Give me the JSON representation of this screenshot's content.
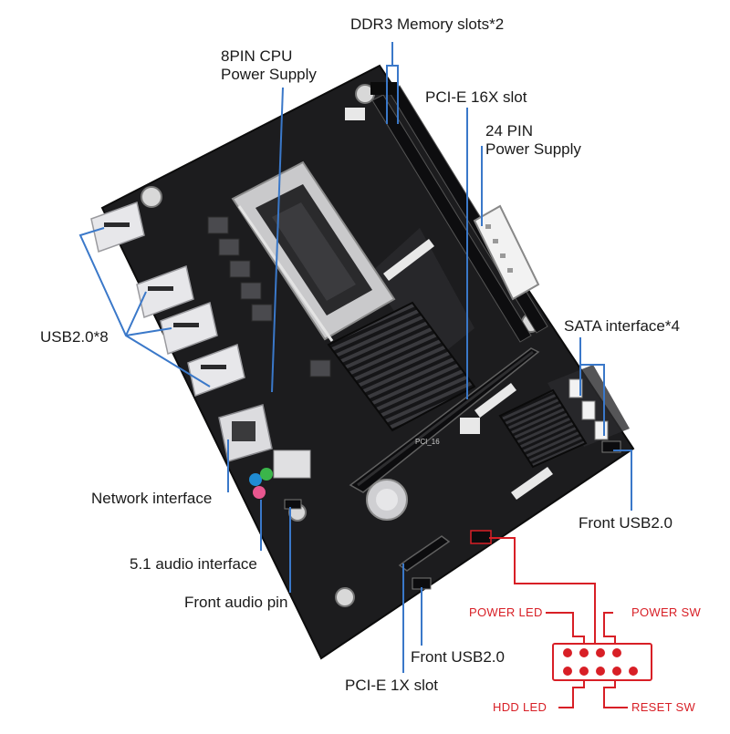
{
  "labels": {
    "ddr3": "DDR3 Memory slots*2",
    "cpu_power_line1": "8PIN CPU",
    "cpu_power_line2": "Power Supply",
    "pcie16": "PCI-E 16X slot",
    "pin24_line1": "24 PIN",
    "pin24_line2": "Power Supply",
    "usb20": "USB2.0*8",
    "sata": "SATA interface*4",
    "network": "Network interface",
    "front_usb_right": "Front USB2.0",
    "audio51": "5.1 audio interface",
    "front_audio": "Front audio pin",
    "front_usb_bottom": "Front USB2.0",
    "pcie1": "PCI-E 1X slot"
  },
  "pin_header": {
    "power_led": "POWER LED",
    "power_sw": "POWER SW",
    "hdd_led": "HDD LED",
    "reset_sw": "RESET SW"
  },
  "board_marks": {
    "pci": "PCI_16"
  },
  "colors": {
    "leader_line": "#3a78c9",
    "pin_accent": "#d81f26",
    "board": "#1c1c1e",
    "text": "#1a1a1a"
  }
}
